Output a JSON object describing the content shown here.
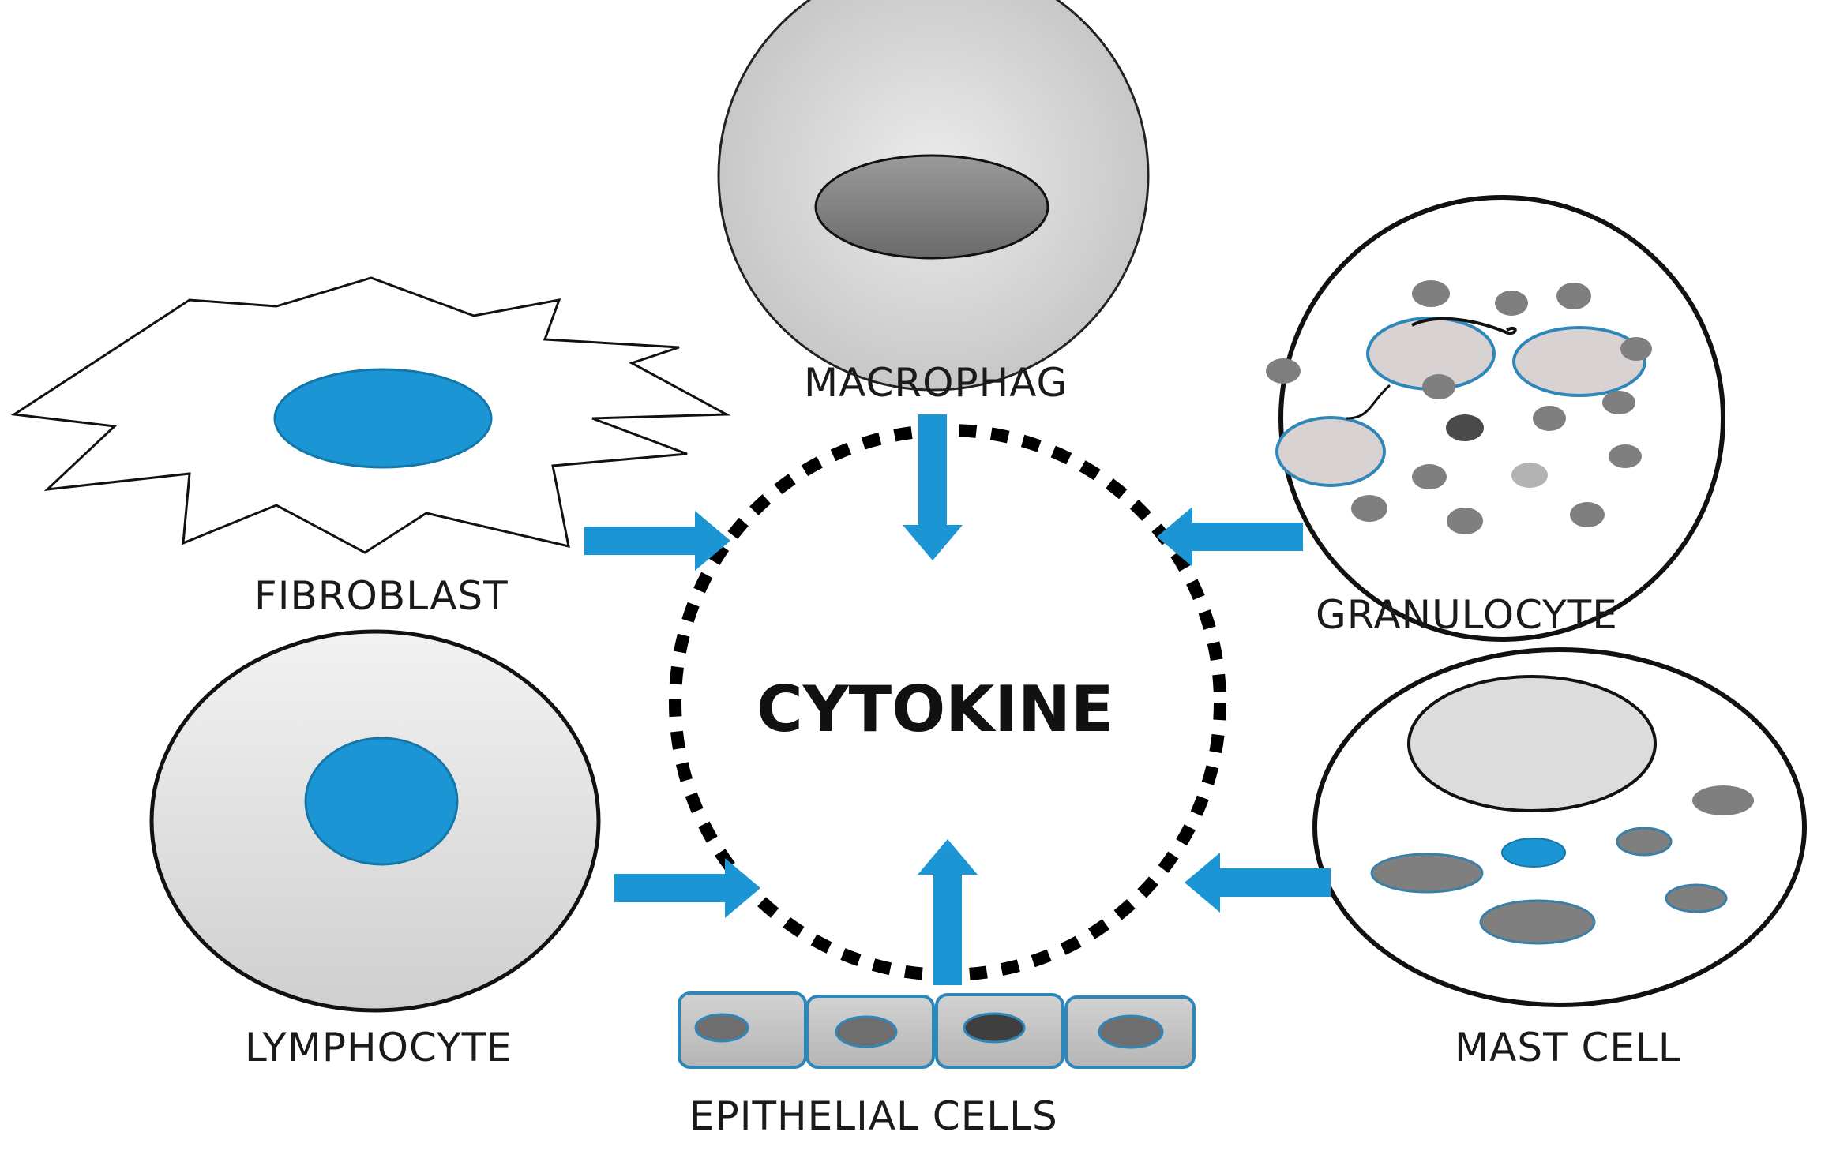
{
  "center": {
    "label": "CYTOKINE"
  },
  "cells": {
    "macrophage": {
      "label": "MACROPHAG"
    },
    "fibroblast": {
      "label": "FIBROBLAST"
    },
    "granulocyte": {
      "label": "GRANULOCYTE"
    },
    "lymphocyte": {
      "label": "LYMPHOCYTE"
    },
    "mast_cell": {
      "label": "MAST CELL"
    },
    "epithelial": {
      "label": "EPITHELIAL CELLS"
    }
  },
  "colors": {
    "arrow": "#1b95d3",
    "nucleus_blue": "#1b95d3",
    "granule_gray": "#7f7f7f",
    "cell_fill_gray": "#d6d6d6",
    "outline": "#000000"
  }
}
